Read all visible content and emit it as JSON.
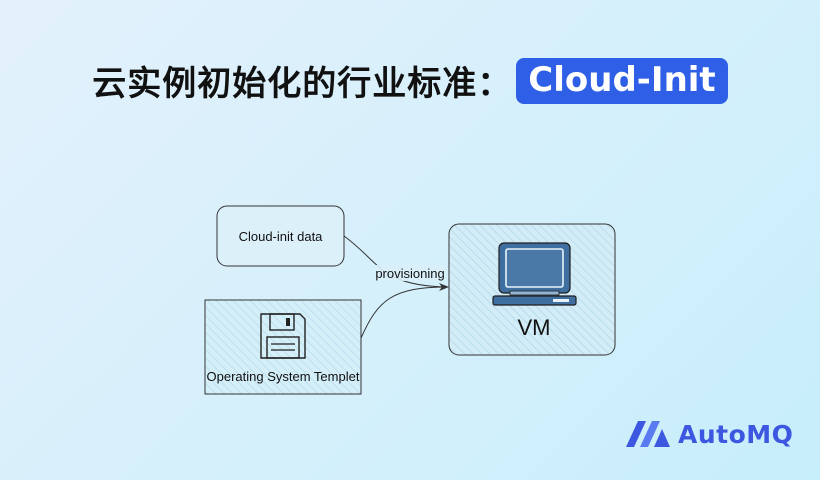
{
  "title": {
    "main": "云实例初始化的行业标准：",
    "badge": "Cloud-Init"
  },
  "diagram": {
    "cloud_init_box": "Cloud-init data",
    "os_box": "Operating System Templet",
    "edge_label": "provisioning",
    "vm_box": "VM"
  },
  "logo": {
    "text": "AutoMQ"
  },
  "colors": {
    "badge": "#2f5fe6",
    "monitor": "#3f6fa0",
    "monitor_screen": "#4a79a8",
    "logo": "#3d57e0"
  },
  "icons": [
    "floppy-disk-icon",
    "monitor-icon",
    "automq-logo-icon"
  ]
}
